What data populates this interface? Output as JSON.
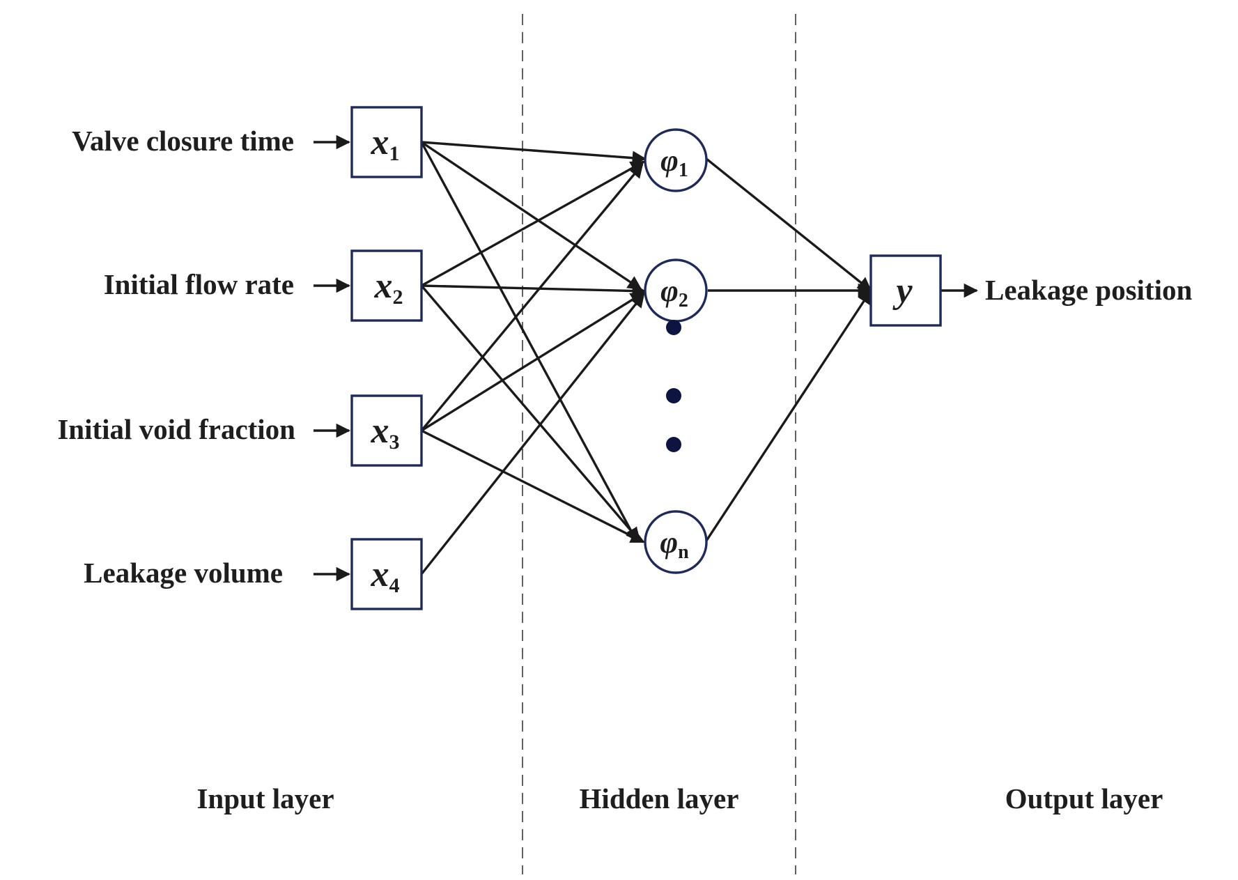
{
  "inputs": [
    {
      "label": "Valve closure time",
      "symbol": "x",
      "sub": "1"
    },
    {
      "label": "Initial flow rate",
      "symbol": "x",
      "sub": "2"
    },
    {
      "label": "Initial void fraction",
      "symbol": "x",
      "sub": "3"
    },
    {
      "label": "Leakage volume",
      "symbol": "x",
      "sub": "4"
    }
  ],
  "hidden": [
    {
      "symbol": "φ",
      "sub": "1"
    },
    {
      "symbol": "φ",
      "sub": "2"
    },
    {
      "symbol": "φ",
      "sub": "n"
    }
  ],
  "output": {
    "symbol": "y",
    "label": "Leakage position"
  },
  "layers": {
    "input": "Input layer",
    "hidden": "Hidden layer",
    "output": "Output layer"
  },
  "colors": {
    "node_border": "#1f2a5a",
    "line": "#1a1a1a",
    "ellipsis_dots": "#0d1440"
  }
}
